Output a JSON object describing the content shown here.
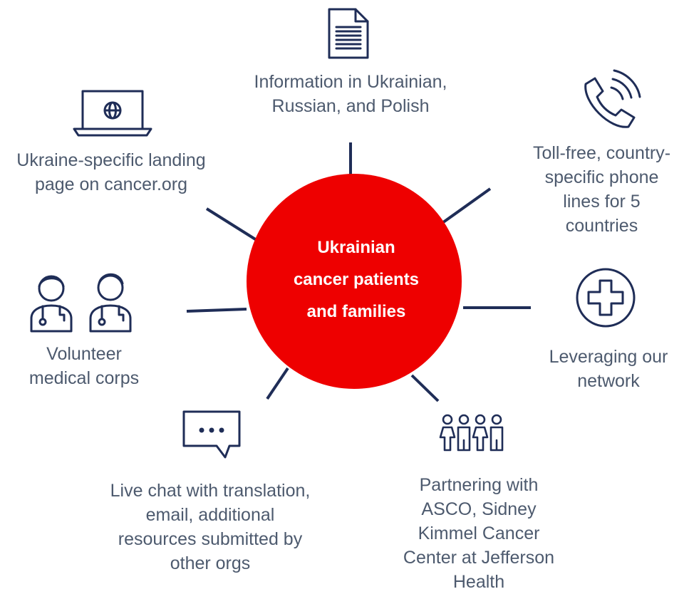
{
  "hub": {
    "label": "Ukrainian\ncancer patients\nand families",
    "color": "#ee0000"
  },
  "spoke_color": "#1f2d57",
  "items": [
    {
      "icon": "document-icon",
      "label": "Information in Ukrainian,\nRussian, and Polish"
    },
    {
      "icon": "phone-icon",
      "label": "Toll-free, country-\nspecific phone\nlines for 5\ncountries"
    },
    {
      "icon": "medical-cross-icon",
      "label": "Leveraging our\nnetwork"
    },
    {
      "icon": "people-group-icon",
      "label": "Partnering with\nASCO, Sidney\nKimmel Cancer\nCenter at Jefferson\nHealth"
    },
    {
      "icon": "chat-bubble-icon",
      "label": "Live chat with translation,\nemail, additional\nresources submitted by\nother orgs"
    },
    {
      "icon": "doctors-icon",
      "label": "Volunteer\nmedical corps"
    },
    {
      "icon": "laptop-globe-icon",
      "label": "Ukraine-specific landing\npage on cancer.org"
    }
  ]
}
